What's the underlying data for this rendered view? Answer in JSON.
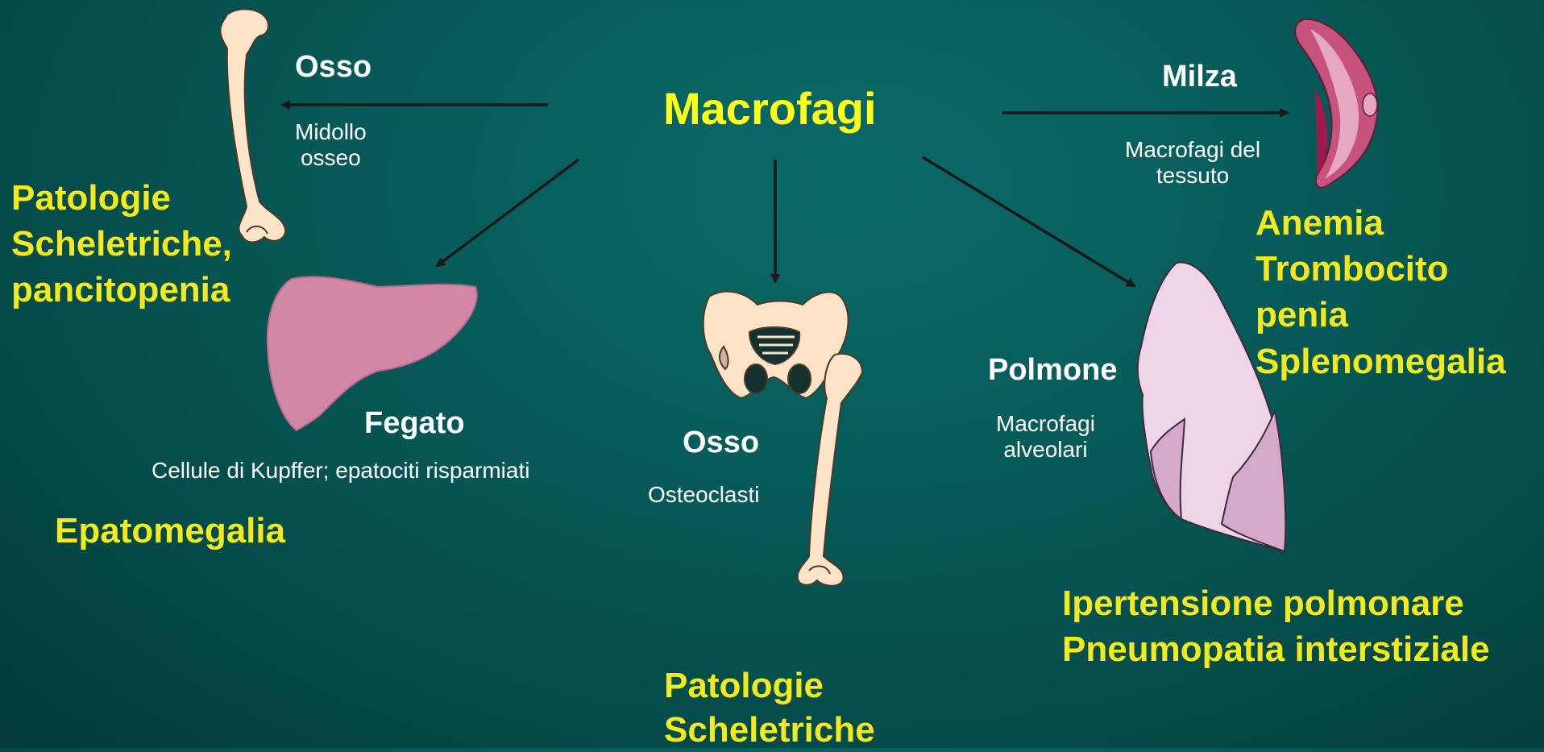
{
  "center": {
    "title": "Macrofagi"
  },
  "nodes": {
    "bone_marrow": {
      "organ": "Osso",
      "cells": "Midollo\nosseo",
      "pathology": "Patologie\nScheletriche,\npancitopenia"
    },
    "liver": {
      "organ": "Fegato",
      "cells": "Cellule di Kupffer; epatociti risparmiati",
      "pathology": "Epatomegalia"
    },
    "bone": {
      "organ": "Osso",
      "cells": "Osteoclasti",
      "pathology": "Patologie\nScheletriche"
    },
    "spleen": {
      "organ": "Milza",
      "cells": "Macrofagi del\ntessuto",
      "pathology": "Anemia\nTrombocito\npenia\nSplenomegalia"
    },
    "lung": {
      "organ": "Polmone",
      "cells": "Macrofagi\nalveolari",
      "pathology": "Ipertensione polmonare\nPneumopatia interstiziale"
    }
  },
  "colors": {
    "accent_yellow": "#f2ea1e",
    "label_white": "#ffffff",
    "arrow": "#1a1a1a"
  },
  "icons": [
    "femur-icon",
    "liver-icon",
    "pelvis-femur-icon",
    "spleen-icon",
    "lung-icon"
  ]
}
